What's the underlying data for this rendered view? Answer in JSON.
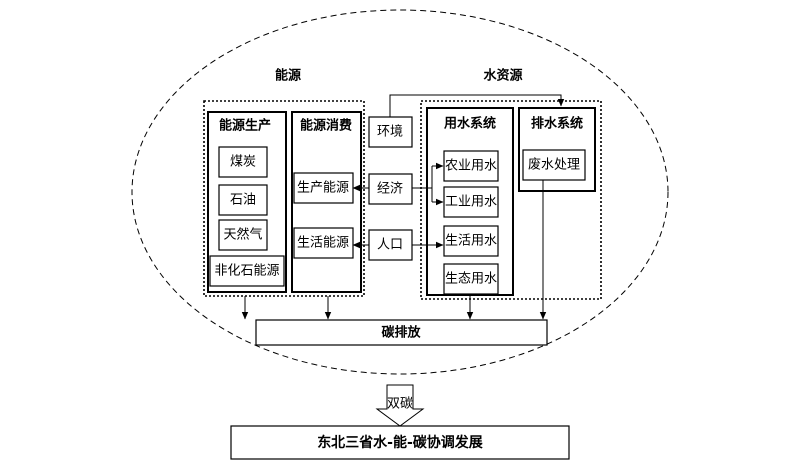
{
  "regions": {
    "energy": "能源",
    "water_resources": "水资源"
  },
  "energy_production": {
    "title": "能源生产",
    "items": [
      "煤炭",
      "石油",
      "天然气",
      "非化石能源"
    ]
  },
  "energy_consumption": {
    "title": "能源消费",
    "items": [
      "生产能源",
      "生活能源"
    ]
  },
  "drivers": [
    "环境",
    "经济",
    "人口"
  ],
  "water_use_system": {
    "title": "用水系统",
    "items": [
      "农业用水",
      "工业用水",
      "生活用水",
      "生态用水"
    ]
  },
  "drainage_system": {
    "title": "排水系统",
    "items": [
      "废水处理"
    ]
  },
  "carbon_emission": "碳排放",
  "dual_carbon": "双碳",
  "goal": "东北三省水-能-碳协调发展"
}
